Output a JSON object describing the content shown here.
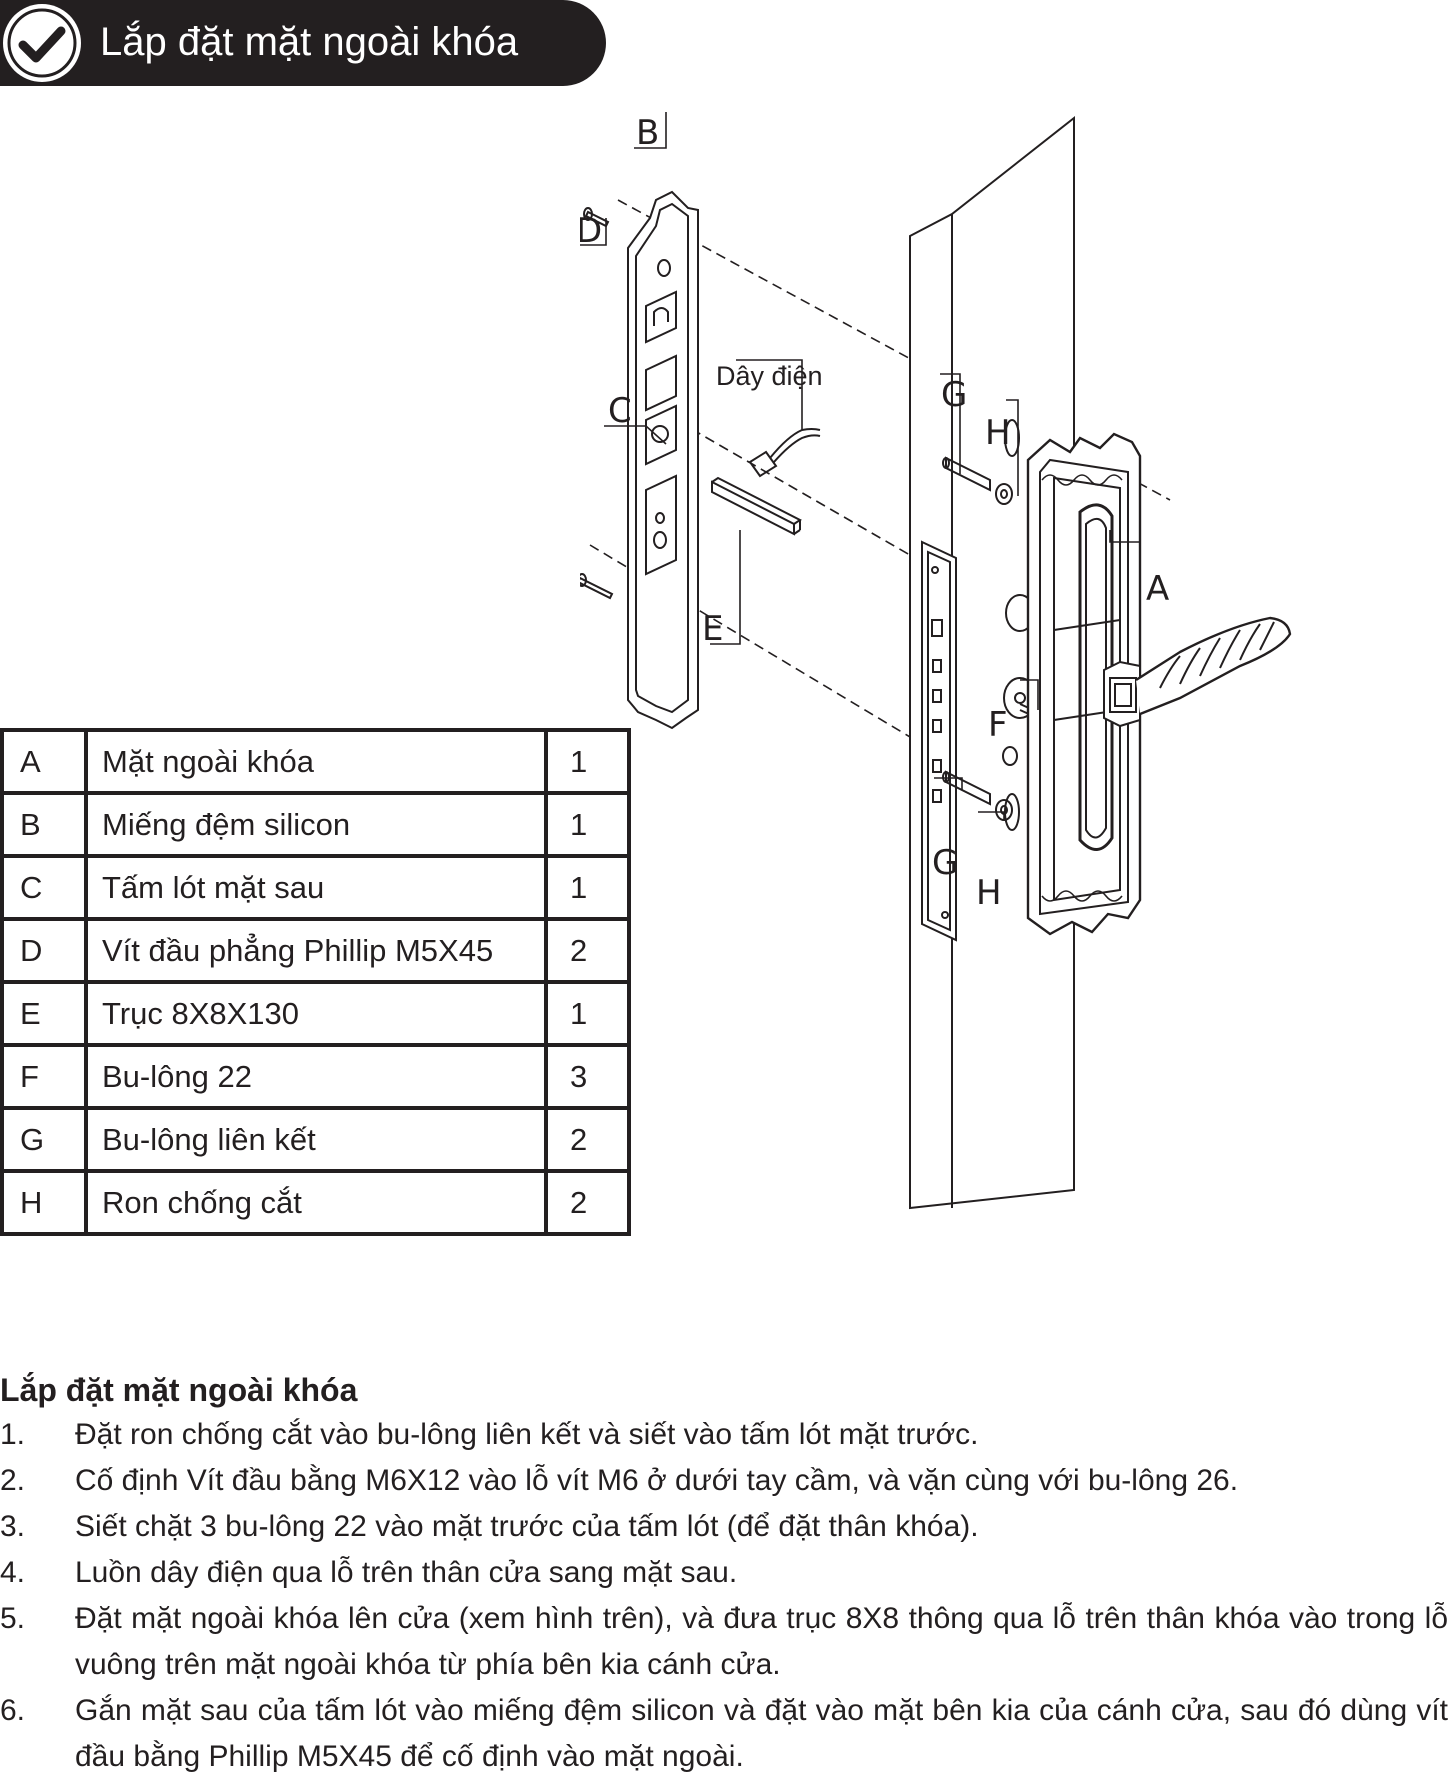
{
  "header": {
    "title": "Lắp đặt mặt ngoài khóa",
    "icon": "check-icon",
    "background_color": "#231f20"
  },
  "diagram": {
    "labels": {
      "a": "A",
      "b": "B",
      "c": "C",
      "d": "D",
      "e": "E",
      "f": "F",
      "g": "G",
      "h": "H",
      "wire": "Dây điện"
    }
  },
  "parts_table": {
    "rows": [
      {
        "code": "A",
        "name": "Mặt ngoài khóa",
        "qty": "1"
      },
      {
        "code": "B",
        "name": "Miếng đệm silicon",
        "qty": "1"
      },
      {
        "code": "C",
        "name": "Tấm lót mặt sau",
        "qty": "1"
      },
      {
        "code": "D",
        "name": "Vít đầu phẳng Phillip M5X45",
        "qty": "2"
      },
      {
        "code": "E",
        "name": "Trục 8X8X130",
        "qty": "1"
      },
      {
        "code": "F",
        "name": "Bu-lông 22",
        "qty": "3"
      },
      {
        "code": "G",
        "name": "Bu-lông liên kết",
        "qty": "2"
      },
      {
        "code": "H",
        "name": "Ron chống cắt",
        "qty": "2"
      }
    ]
  },
  "instructions": {
    "title": "Lắp đặt mặt ngoài khóa",
    "steps": [
      {
        "num": "1.",
        "text": "Đặt ron chống cắt vào bu-lông liên kết và siết vào tấm lót mặt trước."
      },
      {
        "num": "2.",
        "text": "Cố định Vít đầu bằng M6X12 vào lỗ vít M6 ở dưới tay cầm, và vặn cùng với bu-lông 26."
      },
      {
        "num": "3.",
        "text": "Siết chặt 3 bu-lông 22 vào mặt trước của tấm lót (để đặt thân khóa)."
      },
      {
        "num": "4.",
        "text": "Luồn dây điện qua lỗ trên thân cửa sang mặt sau."
      },
      {
        "num": "5.",
        "text": "Đặt mặt ngoài khóa lên cửa (xem hình trên), và đưa trục 8X8 thông qua lỗ trên thân khóa vào trong lỗ vuông trên mặt ngoài khóa từ phía bên kia cánh cửa."
      },
      {
        "num": "6.",
        "text": "Gắn mặt sau của tấm lót vào miếng đệm silicon và đặt vào mặt bên kia của cánh cửa, sau đó dùng vít đầu bằng Phillip M5X45 để cố định vào mặt ngoài."
      }
    ]
  }
}
